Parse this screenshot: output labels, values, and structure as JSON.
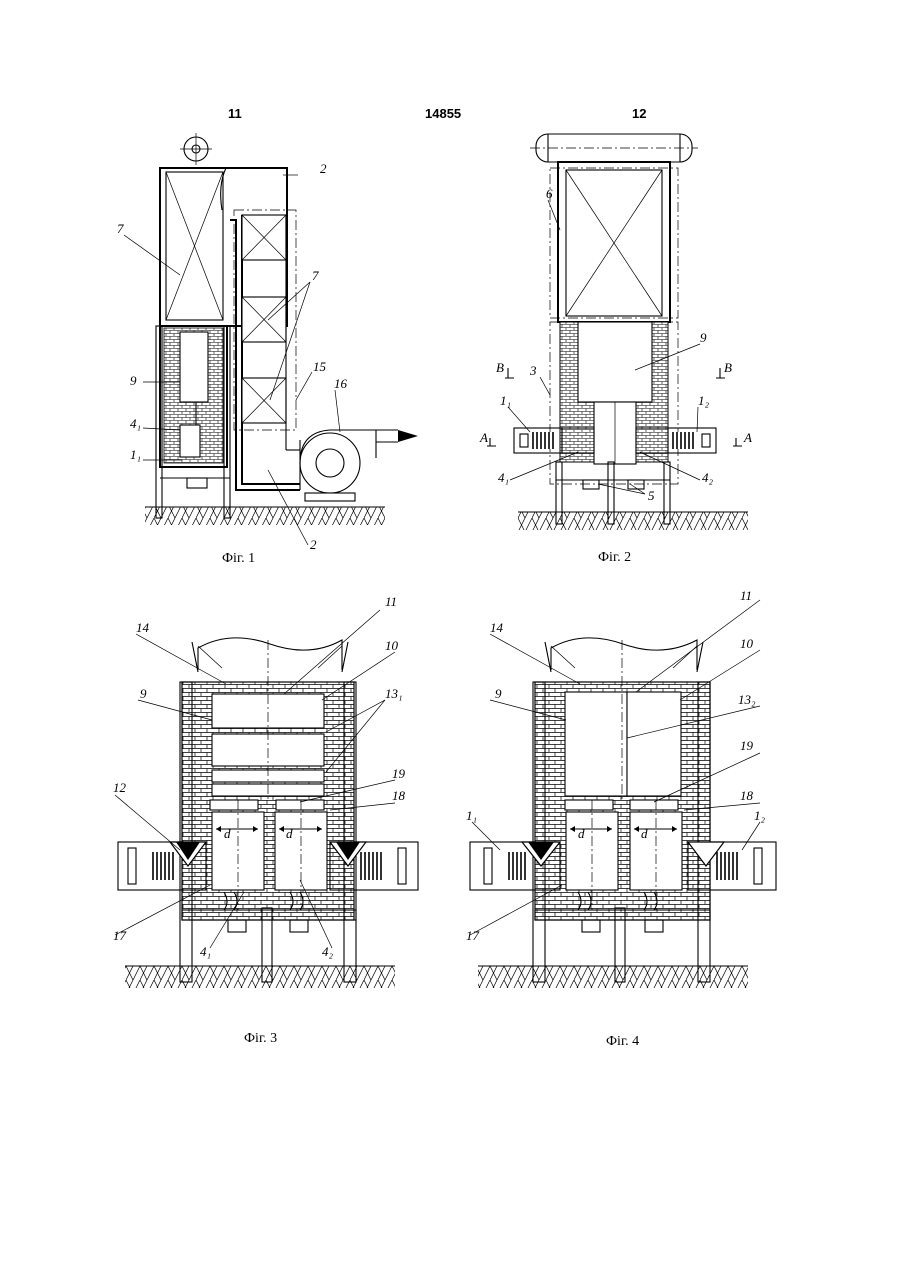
{
  "header": {
    "left_page": "11",
    "patent_number": "14855",
    "right_page": "12"
  },
  "figures": [
    {
      "caption": "Фіг. 1",
      "labels": [
        "2",
        "7",
        "7",
        "9",
        "4₁",
        "1₁",
        "15",
        "16",
        "2"
      ]
    },
    {
      "caption": "Фіг. 2",
      "labels": [
        "6",
        "9",
        "В",
        "3",
        "В",
        "1₁",
        "1₂",
        "А",
        "А",
        "4₁",
        "4₂",
        "5"
      ]
    },
    {
      "caption": "Фіг. 3",
      "labels": [
        "14",
        "11",
        "10",
        "9",
        "13₁",
        "12",
        "19",
        "18",
        "d",
        "d",
        "17",
        "4₁",
        "4₂"
      ]
    },
    {
      "caption": "Фіг. 4",
      "labels": [
        "14",
        "11",
        "10",
        "9",
        "13₂",
        "19",
        "18",
        "1₁",
        "1₂",
        "d",
        "d",
        "17"
      ]
    }
  ]
}
